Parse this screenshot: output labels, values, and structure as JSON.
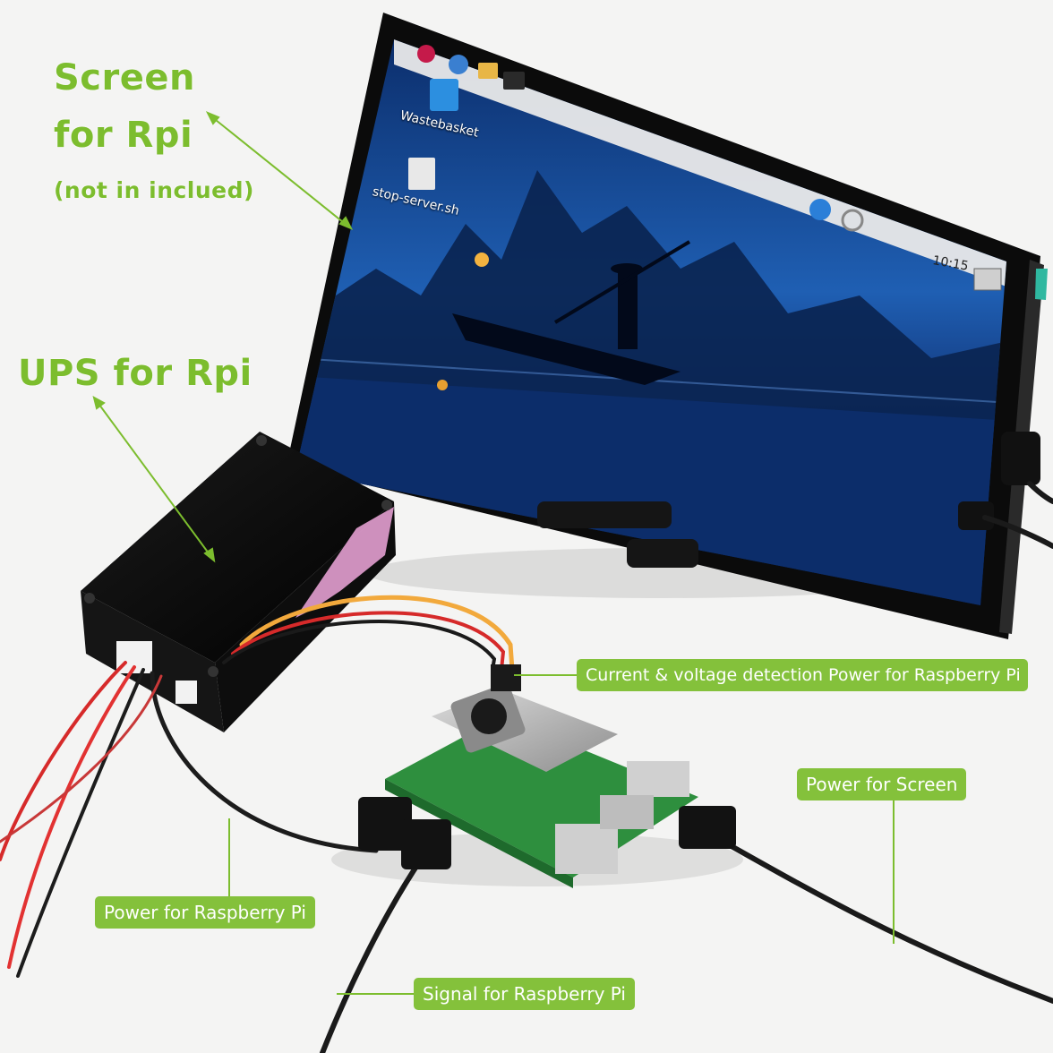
{
  "headings": {
    "screen_line1": "Screen",
    "screen_line2": "for Rpi",
    "screen_line3": "(not in inclued)",
    "ups": "UPS for Rpi"
  },
  "callouts": {
    "current_voltage": "Current & voltage detection Power for Raspberry Pi",
    "power_screen": "Power for Screen",
    "power_pi": "Power for Raspberry Pi",
    "signal_pi": "Signal for Raspberry Pi"
  },
  "desktop": {
    "icon_wastebasket": "Wastebasket",
    "icon_script": "stop-server.sh",
    "clock": "10:15"
  },
  "colors": {
    "accent_green": "#7cbd2e",
    "callout_green": "#84c13b"
  }
}
